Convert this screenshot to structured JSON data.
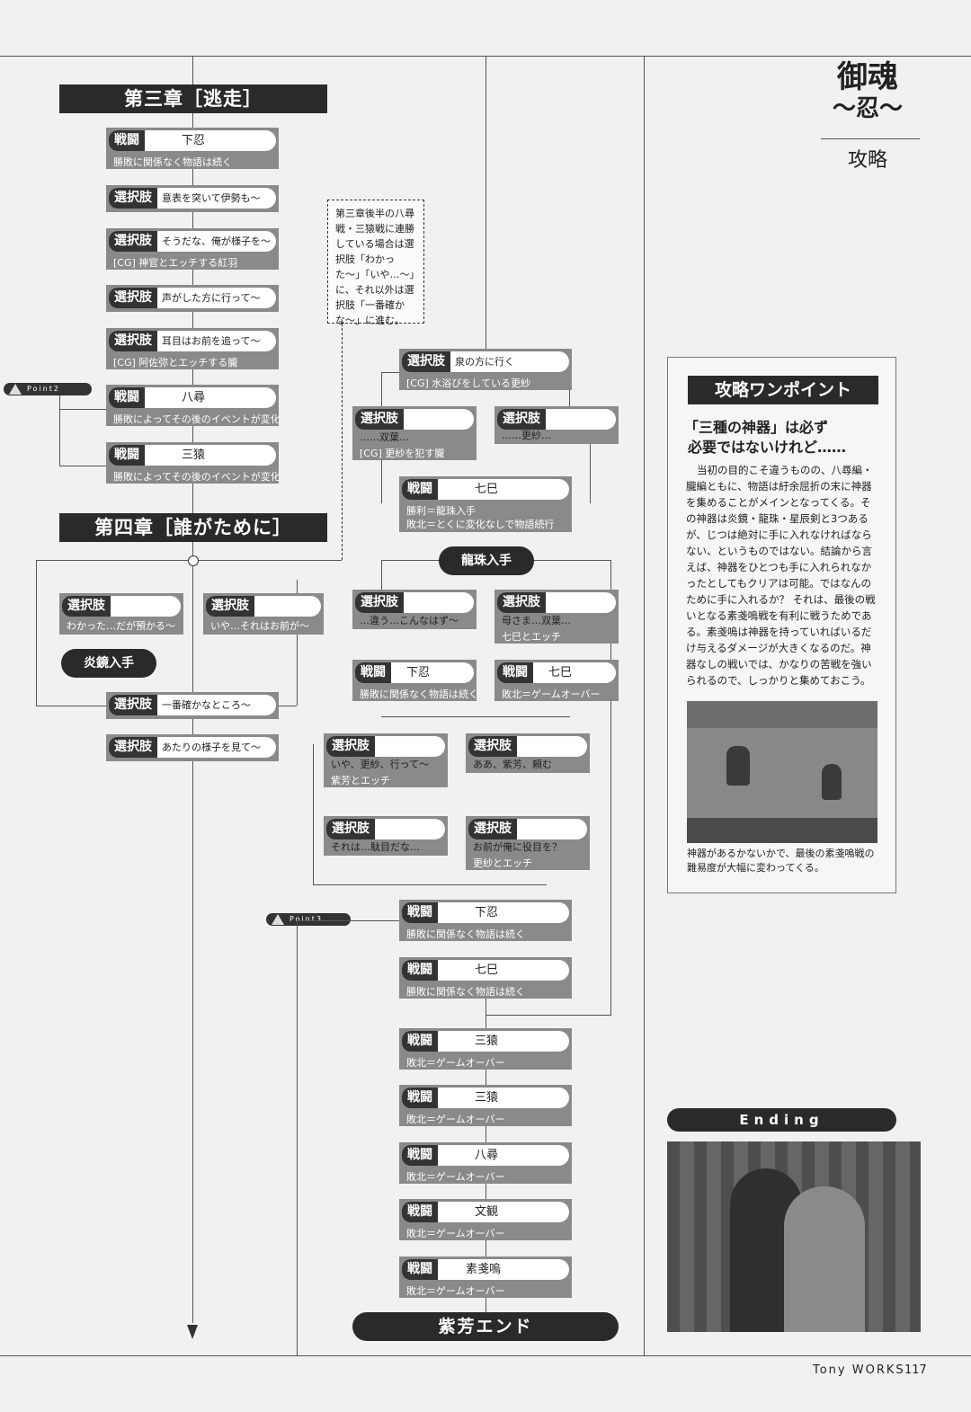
{
  "brand": {
    "title_1": "御魂",
    "title_2": "〜忍〜",
    "title_3": "攻略"
  },
  "chapters": {
    "ch3": "第三章［逃走］",
    "ch4": "第四章［誰がために］"
  },
  "tags": {
    "battle": "戦闘",
    "choice": "選択肢"
  },
  "left_nodes": [
    {
      "type": "戦闘",
      "name": "下忍",
      "sub": "勝敗に関係なく物語は続く"
    },
    {
      "type": "選択肢",
      "name": "意表を突いて伊勢も〜",
      "sub": ""
    },
    {
      "type": "選択肢",
      "name": "そうだな、俺が様子を〜",
      "sub": "[CG] 神官とエッチする紅羽"
    },
    {
      "type": "選択肢",
      "name": "声がした方に行って〜",
      "sub": ""
    },
    {
      "type": "選択肢",
      "name": "耳目はお前を追って〜",
      "sub": "[CG] 阿佐弥とエッチする朧"
    },
    {
      "type": "戦闘",
      "name": "八尋",
      "sub": "勝敗によってその後のイベントが変化"
    },
    {
      "type": "戦闘",
      "name": "三猿",
      "sub": "勝敗によってその後のイベントが変化"
    }
  ],
  "ch4_nodes": [
    {
      "type": "選択肢",
      "name": "わかった…だが預かる〜",
      "sub": ""
    },
    {
      "type": "選択肢",
      "name": "いや…それはお前が〜",
      "sub": ""
    },
    {
      "type": "選択肢",
      "name": "一番確かなところ〜",
      "sub": ""
    },
    {
      "type": "選択肢",
      "name": "あたりの様子を見て〜",
      "sub": ""
    }
  ],
  "item_pills": {
    "enkyo": "炎鏡入手",
    "ryuju": "龍珠入手",
    "ending": "紫芳エンド"
  },
  "note_text": "第三章後半の八尋戦・三猿戦に連勝している場合は選択肢「わかった〜」「いや…〜」に、それ以外は選択肢「一番確かな〜」に進む。",
  "point_labels": {
    "p2": "Point2",
    "p3": "Point3"
  },
  "mid_nodes": [
    {
      "type": "選択肢",
      "name": "泉の方に行く",
      "sub": "[CG] 水浴びをしている更紗"
    },
    {
      "type": "選択肢",
      "name": "……双葉…",
      "sub": "[CG] 更紗を犯す朧"
    },
    {
      "type": "選択肢",
      "name": "……更紗…",
      "sub": ""
    },
    {
      "type": "戦闘",
      "name": "七巳",
      "sub": "勝利＝龍珠入手",
      "sub2": "敗北＝とくに変化なしで物語続行"
    },
    {
      "type": "選択肢",
      "name": "…違う…こんなはず〜",
      "sub": ""
    },
    {
      "type": "選択肢",
      "name": "母さま…双葉…",
      "sub": "七巳とエッチ"
    },
    {
      "type": "戦闘",
      "name": "下忍",
      "sub": "勝敗に関係なく物語は続く"
    },
    {
      "type": "戦闘",
      "name": "七巳",
      "sub": "敗北＝ゲームオーバー"
    },
    {
      "type": "選択肢",
      "name": "いや、更紗、行って〜",
      "sub": "紫芳とエッチ"
    },
    {
      "type": "選択肢",
      "name": "ああ、紫芳、頼む",
      "sub": ""
    },
    {
      "type": "選択肢",
      "name": "それは…駄目だな…",
      "sub": ""
    },
    {
      "type": "選択肢",
      "name": "お前が俺に役目を？",
      "sub": "更紗とエッチ"
    },
    {
      "type": "戦闘",
      "name": "下忍",
      "sub": "勝敗に関係なく物語は続く"
    },
    {
      "type": "戦闘",
      "name": "七巳",
      "sub": "勝敗に関係なく物語は続く"
    },
    {
      "type": "戦闘",
      "name": "三猿",
      "sub": "敗北＝ゲームオーバー"
    },
    {
      "type": "戦闘",
      "name": "三猿",
      "sub": "敗北＝ゲームオーバー"
    },
    {
      "type": "戦闘",
      "name": "八尋",
      "sub": "敗北＝ゲームオーバー"
    },
    {
      "type": "戦闘",
      "name": "文観",
      "sub": "敗北＝ゲームオーバー"
    },
    {
      "type": "戦闘",
      "name": "素戔嗚",
      "sub": "敗北＝ゲームオーバー"
    }
  ],
  "onepoint": {
    "title": "攻略ワンポイント",
    "headline_1": "「三種の神器」は必ず",
    "headline_2": "必要ではないけれど……",
    "body": "当初の目的こそ違うものの、八尋編・朧編ともに、物語は紆余屈折の末に神器を集めることがメインとなってくる。その神器は炎鏡・龍珠・星辰剣と3つあるが、じつは絶対に手に入れなければならない、というものではない。結論から言えば、神器をひとつも手に入れられなかったとしてもクリアは可能。ではなんのために手に入れるか？ それは、最後の戦いとなる素戔嗚戦を有利に戦うためである。素戔嗚は神器を持っていればいるだけ与えるダメージが大きくなるのだ。神器なしの戦いでは、かなりの苦戦を強いられるので、しっかりと集めておこう。",
    "caption": "神器があるかないかで、最後の素戔嗚戦の難易度が大幅に変わってくる。"
  },
  "ending_label": "Ending",
  "footer": {
    "brand": "Tony WORKS",
    "page": "117"
  },
  "colors": {
    "dark": "#2a2a2a",
    "node": "#8a8a8a",
    "paper": "#f1f1ef"
  }
}
